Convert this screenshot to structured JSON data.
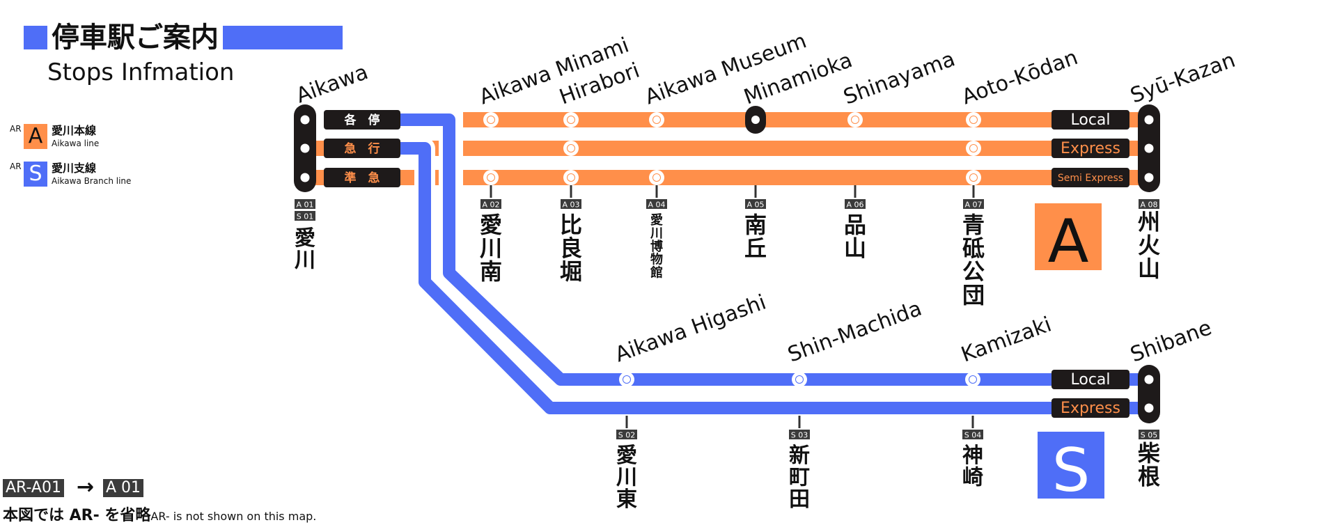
{
  "title": {
    "ja": "停車駅ご案内",
    "en": "Stops Infmation"
  },
  "legend": [
    {
      "prefix": "AR",
      "letter": "A",
      "ja": "愛川本線",
      "en": "Aikawa line",
      "color": "#ff8f4a"
    },
    {
      "prefix": "AR",
      "letter": "S",
      "ja": "愛川支線",
      "en": "Aikawa Branch line",
      "color": "#4f6ef7"
    }
  ],
  "colors": {
    "main": "#ff8f4a",
    "branch": "#4f6ef7",
    "dark": "#1e1a1a"
  },
  "services_ja": [
    "各　停",
    "急　行",
    "準　急"
  ],
  "origin": {
    "en": "Aikawa",
    "codes": [
      "A 01",
      "S 01"
    ],
    "ja": "愛川"
  },
  "main_line": {
    "badge": "A",
    "services_en": [
      "Local",
      "Express",
      "Semi Express"
    ],
    "stations": [
      {
        "code": "A 02",
        "en": "Aikawa Minami",
        "ja": "愛川南",
        "stops": [
          "Local",
          "Semi Express"
        ]
      },
      {
        "code": "A 03",
        "en": "Hirabori",
        "ja": "比良堀",
        "stops": [
          "Local",
          "Express",
          "Semi Express"
        ]
      },
      {
        "code": "A 04",
        "en": "Aikawa Museum",
        "ja": "愛川博物館",
        "stops": [
          "Local",
          "Semi Express"
        ]
      },
      {
        "code": "A 05",
        "en": "Minamioka",
        "ja": "南丘",
        "stops": [
          "Local"
        ]
      },
      {
        "code": "A 06",
        "en": "Shinayama",
        "ja": "品山",
        "stops": [
          "Local"
        ]
      },
      {
        "code": "A 07",
        "en": "Aoto-Kōdan",
        "ja": "青砥公団",
        "stops": [
          "Local",
          "Express",
          "Semi Express"
        ]
      }
    ],
    "terminal": {
      "code": "A 08",
      "en": "Syū-Kazan",
      "ja": "州火山"
    }
  },
  "branch_line": {
    "badge": "S",
    "services_en": [
      "Local",
      "Express"
    ],
    "stations": [
      {
        "code": "S 02",
        "en": "Aikawa Higashi",
        "ja": "愛川東",
        "stops": [
          "Local"
        ]
      },
      {
        "code": "S 03",
        "en": "Shin-Machida",
        "ja": "新町田",
        "stops": [
          "Local"
        ]
      },
      {
        "code": "S 04",
        "en": "Kamizaki",
        "ja": "神崎",
        "stops": [
          "Local"
        ]
      }
    ],
    "terminal": {
      "code": "S 05",
      "en": "Shibane",
      "ja": "柴根"
    }
  },
  "footer": {
    "full_code": "AR-A01",
    "arrow": "→",
    "short_code": "A 01",
    "note_ja": "本図では AR- を省略",
    "note_en": "AR- is not shown on this map."
  }
}
